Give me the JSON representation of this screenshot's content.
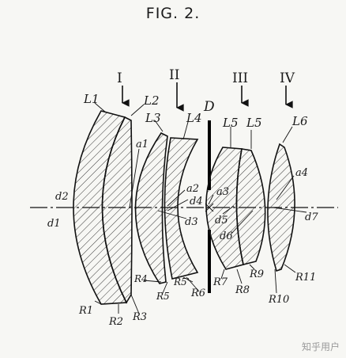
{
  "figure": {
    "title": "FIG. 2.",
    "watermark": "知乎用户"
  },
  "groups": {
    "g1": "I",
    "g2": "II",
    "g3": "III",
    "g4": "IV"
  },
  "stop": "D",
  "lenses": {
    "L1": "L1",
    "L2": "L2",
    "L3": "L3",
    "L4": "L4",
    "L5a": "L5",
    "L5b": "L5",
    "L6": "L6"
  },
  "radii": {
    "R1": "R1",
    "R2": "R2",
    "R3": "R3",
    "R4": "R4",
    "R5a": "R5",
    "R5b": "R5'",
    "R6": "R6",
    "R7": "R7",
    "R8": "R8",
    "R9": "R9",
    "R10": "R10",
    "R11": "R11"
  },
  "thicknesses": {
    "d1": "d1",
    "d2": "d2",
    "d3": "d3",
    "d4": "d4",
    "d5": "d5",
    "d6": "d6",
    "d7": "d7"
  },
  "airspaces": {
    "a1": "a1",
    "a2": "a2",
    "a3": "a3",
    "a4": "a4"
  }
}
